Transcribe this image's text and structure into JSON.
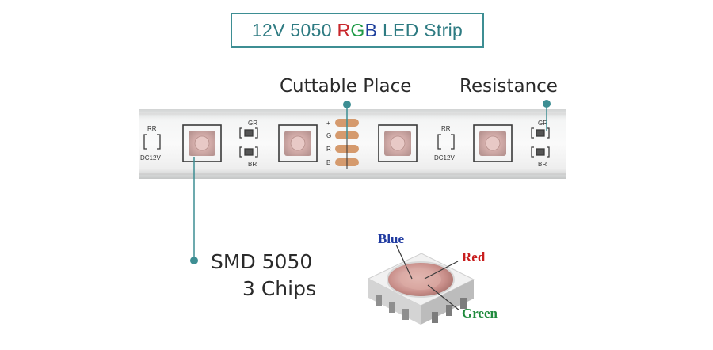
{
  "title": {
    "parts": [
      {
        "text": "12V 5050 ",
        "color": "#2e7b82"
      },
      {
        "text": "R",
        "color": "#c8262b"
      },
      {
        "text": "G",
        "color": "#1e9a46"
      },
      {
        "text": "B",
        "color": "#1d3f9c"
      },
      {
        "text": " LED Strip",
        "color": "#2e7b82"
      }
    ]
  },
  "callouts": {
    "cuttable": "Cuttable Place",
    "resistance": "Resistance",
    "smd_line1": "SMD 5050",
    "smd_line2": "3 Chips"
  },
  "strip": {
    "rr": "RR",
    "dc": "DC12V",
    "gr": "GR",
    "br": "BR",
    "pads": [
      "+",
      "G",
      "R",
      "B"
    ]
  },
  "chip": {
    "blue": "Blue",
    "red": "Red",
    "green": "Green",
    "blue_color": "#1f3aa0",
    "red_color": "#c81e1e",
    "green_color": "#1f8a3c"
  },
  "colors": {
    "accent": "#3d8e93"
  }
}
